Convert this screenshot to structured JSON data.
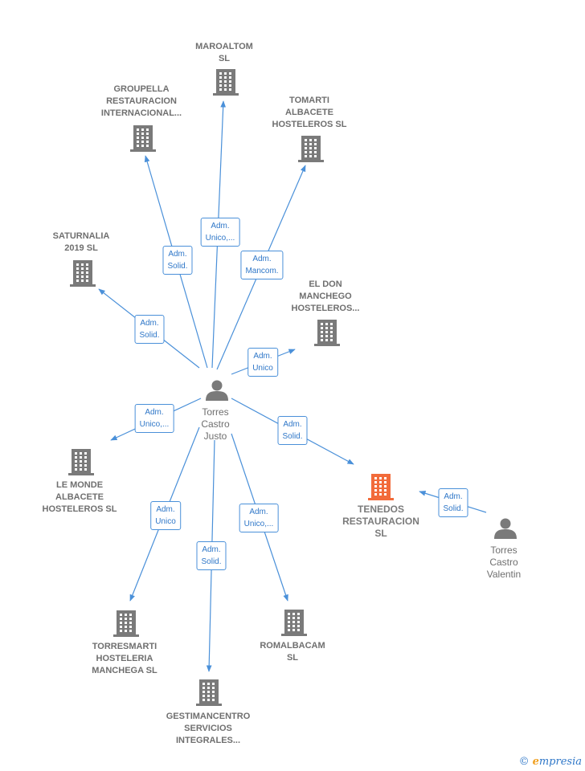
{
  "colors": {
    "edge": "#4a90d9",
    "node": "#7a7a7a",
    "focus": "#f26b3a",
    "person": "#7a7a7a"
  },
  "persons": [
    {
      "id": "p1",
      "lines": [
        "Torres",
        "Castro",
        "Justo"
      ]
    },
    {
      "id": "p2",
      "lines": [
        "Torres",
        "Castro",
        "Valentin"
      ]
    }
  ],
  "companies": [
    {
      "id": "c1",
      "lines": [
        "MAROALTOM",
        "SL"
      ]
    },
    {
      "id": "c2",
      "lines": [
        "GROUPELLA",
        "RESTAURACION",
        "INTERNACIONAL..."
      ]
    },
    {
      "id": "c3",
      "lines": [
        "TOMARTI",
        "ALBACETE",
        "HOSTELEROS SL"
      ]
    },
    {
      "id": "c4",
      "lines": [
        "SATURNALIA",
        "2019  SL"
      ]
    },
    {
      "id": "c5",
      "lines": [
        "EL DON",
        "MANCHEGO",
        "HOSTELEROS..."
      ]
    },
    {
      "id": "c6",
      "lines": [
        "LE MONDE",
        "ALBACETE",
        "HOSTELEROS SL"
      ]
    },
    {
      "id": "c7",
      "lines": [
        "TENEDOS",
        "RESTAURACION",
        "SL"
      ],
      "focus": true
    },
    {
      "id": "c8",
      "lines": [
        "TORRESMARTI",
        "HOSTELERIA",
        "MANCHEGA  SL"
      ]
    },
    {
      "id": "c9",
      "lines": [
        "ROMALBACAM",
        "SL"
      ]
    },
    {
      "id": "c10",
      "lines": [
        "GESTIMANCENTRO",
        "SERVICIOS",
        "INTEGRALES..."
      ]
    }
  ],
  "edges": [
    {
      "id": "e1",
      "to": "c1",
      "lines": [
        "Adm.",
        "Unico,..."
      ]
    },
    {
      "id": "e2",
      "to": "c2",
      "lines": [
        "Adm.",
        "Solid."
      ]
    },
    {
      "id": "e3",
      "to": "c3",
      "lines": [
        "Adm.",
        "Mancom."
      ]
    },
    {
      "id": "e4",
      "to": "c4",
      "lines": [
        "Adm.",
        "Solid."
      ]
    },
    {
      "id": "e5",
      "to": "c5",
      "lines": [
        "Adm.",
        "Unico"
      ]
    },
    {
      "id": "e6",
      "to": "c6",
      "lines": [
        "Adm.",
        "Unico,..."
      ]
    },
    {
      "id": "e7",
      "to": "c7",
      "lines": [
        "Adm.",
        "Solid."
      ]
    },
    {
      "id": "e8",
      "to": "c8",
      "lines": [
        "Adm.",
        "Unico"
      ]
    },
    {
      "id": "e9",
      "to": "c10",
      "lines": [
        "Adm.",
        "Solid."
      ]
    },
    {
      "id": "e10",
      "to": "c9",
      "lines": [
        "Adm.",
        "Unico,..."
      ]
    },
    {
      "id": "e11",
      "to": "c7",
      "lines": [
        "Adm.",
        "Solid."
      ]
    }
  ],
  "watermark": {
    "copyright": "©",
    "brand_initial": "e",
    "brand_rest": "mpresia"
  }
}
